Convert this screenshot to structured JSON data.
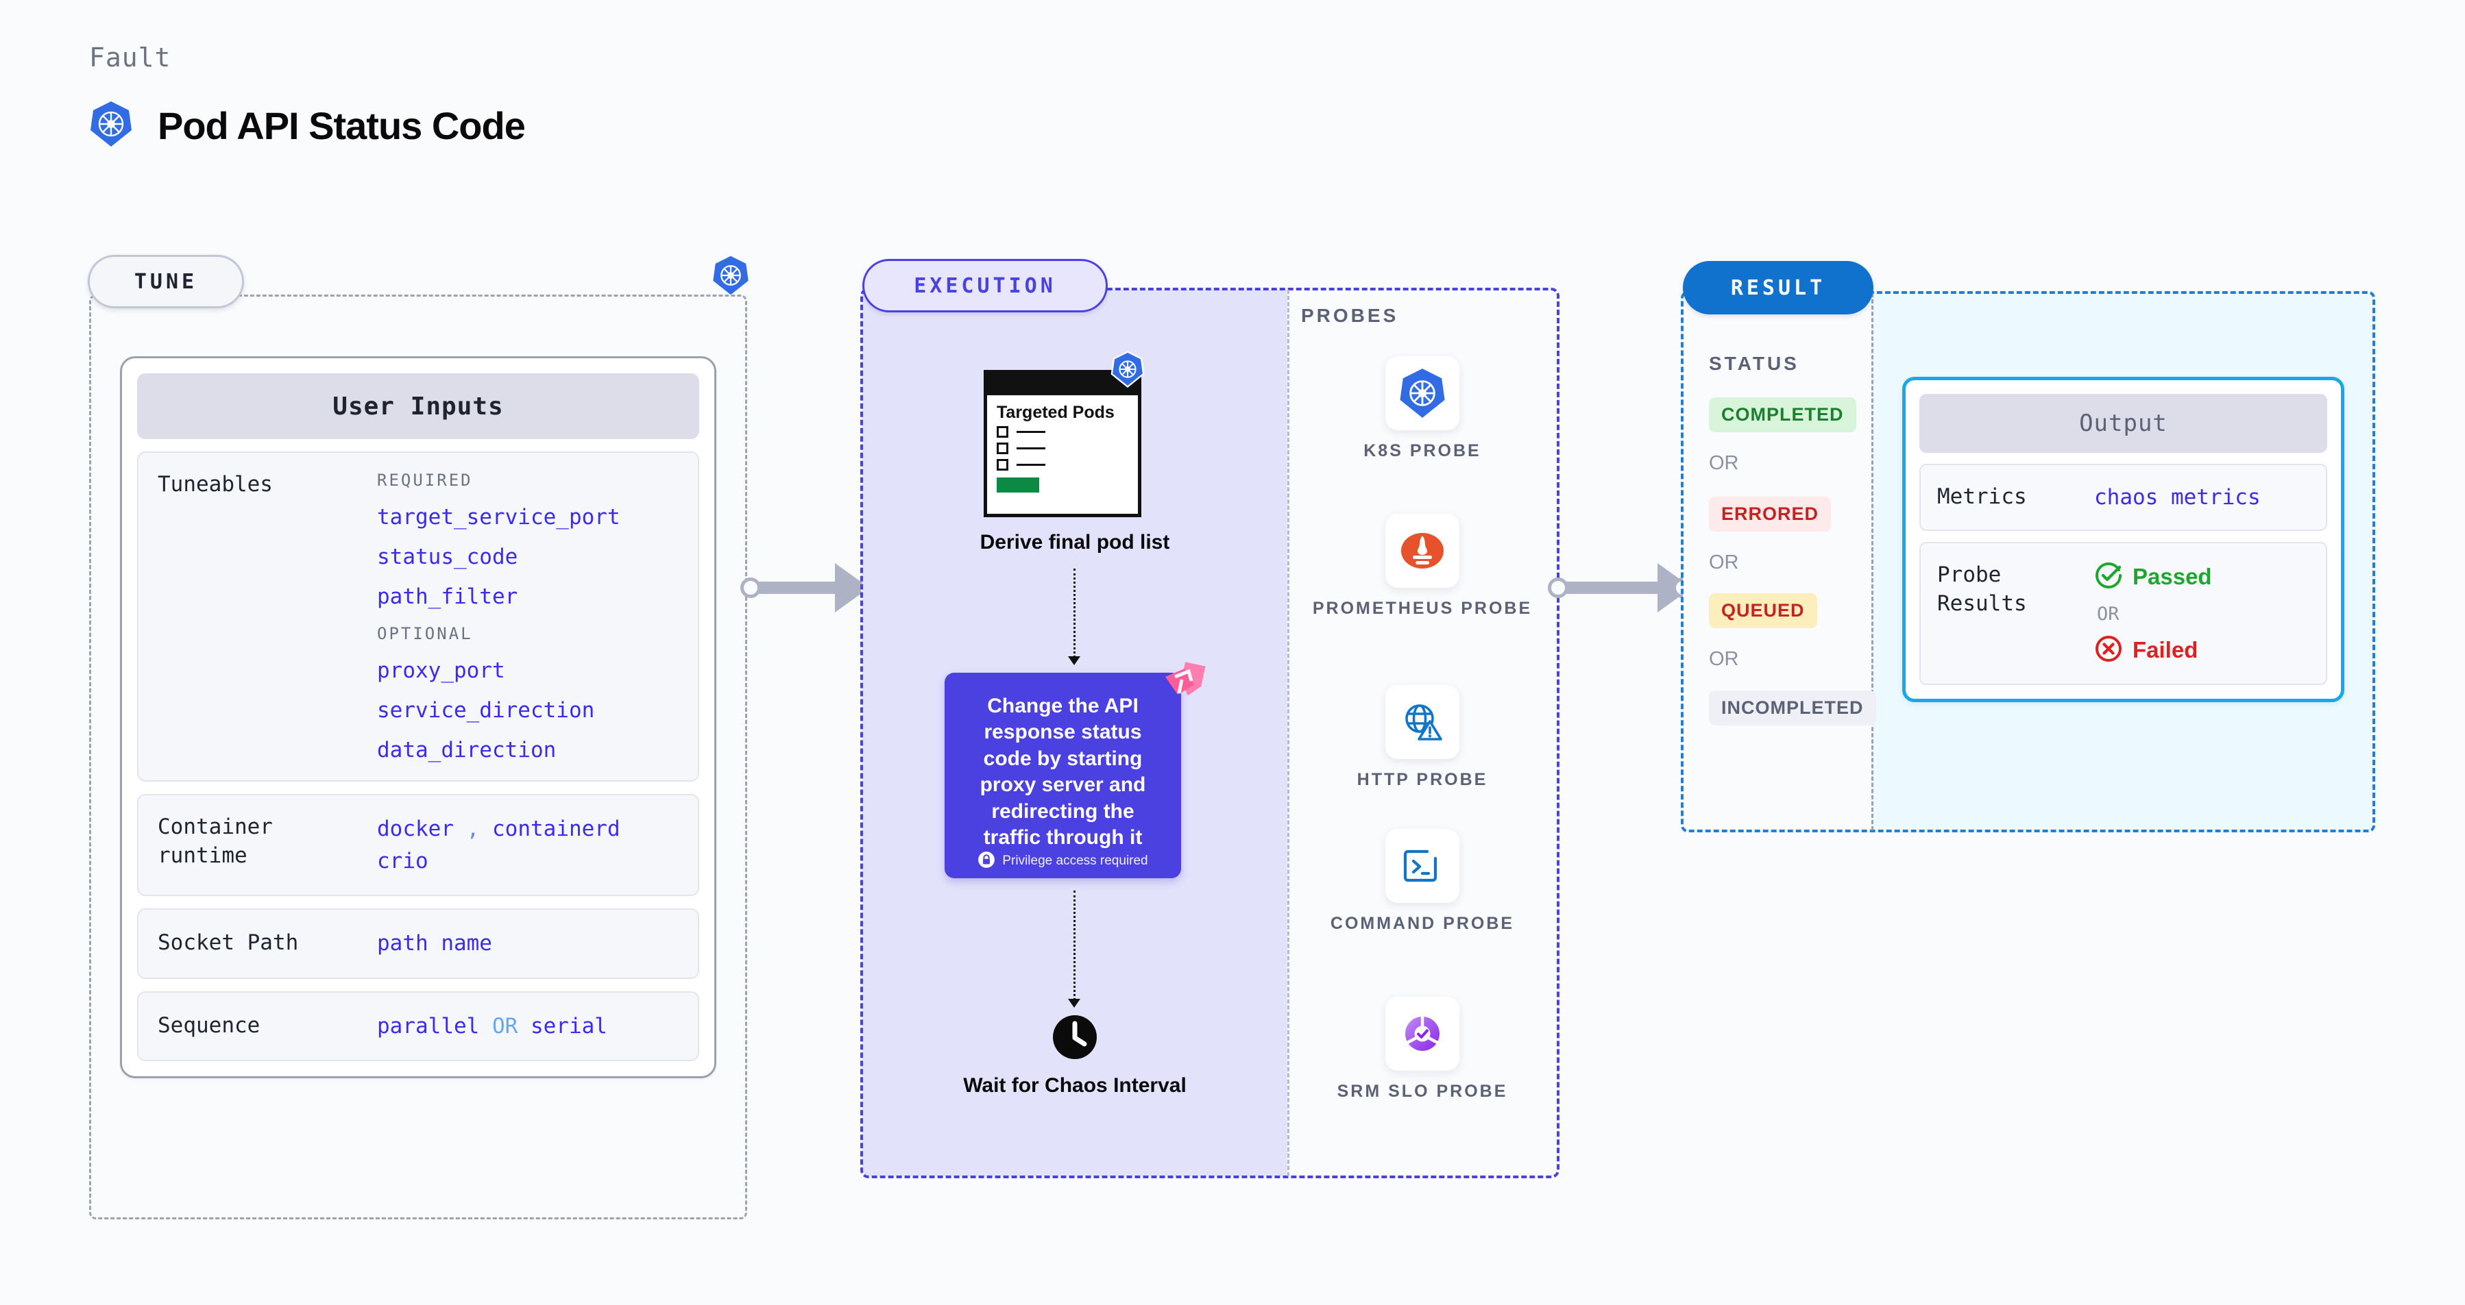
{
  "header": {
    "eyebrow": "Fault",
    "title": "Pod API Status Code",
    "icon": "kubernetes-icon"
  },
  "tune": {
    "pill_label": "TUNE",
    "badge_icon": "kubernetes-icon",
    "card_title": "User Inputs",
    "rows": [
      {
        "label": "Tuneables",
        "groups": [
          {
            "kind": "REQUIRED",
            "items": [
              "target_service_port",
              "status_code",
              "path_filter"
            ]
          },
          {
            "kind": "OPTIONAL",
            "items": [
              "proxy_port",
              "service_direction",
              "data_direction"
            ]
          }
        ]
      },
      {
        "label": "Container runtime",
        "values": [
          "docker",
          "containerd",
          "crio"
        ],
        "separator": ","
      },
      {
        "label": "Socket Path",
        "values": [
          "path name"
        ]
      },
      {
        "label": "Sequence",
        "values": [
          "parallel",
          "serial"
        ],
        "or_word": "OR"
      }
    ]
  },
  "execution": {
    "pill_label": "EXECUTION",
    "pods_doc": {
      "title": "Targeted Pods",
      "badge_icon": "kubernetes-icon",
      "checkbox_count": 3
    },
    "derive_label": "Derive final pod list",
    "action": {
      "text": "Change the API response status code by starting proxy server and redirecting the traffic through it",
      "privilege_label": "Privilege access required",
      "privilege_icon": "lock-icon",
      "ribbon_icon": "harness-ribbon-icon",
      "color": "#4a41e0"
    },
    "wait": {
      "icon": "clock-icon",
      "label": "Wait for Chaos Interval"
    }
  },
  "probes": {
    "title": "PROBES",
    "items": [
      {
        "label": "K8S PROBE",
        "icon": "kubernetes-icon"
      },
      {
        "label": "PROMETHEUS PROBE",
        "icon": "prometheus-icon"
      },
      {
        "label": "HTTP PROBE",
        "icon": "http-globe-warning-icon"
      },
      {
        "label": "COMMAND PROBE",
        "icon": "terminal-icon"
      },
      {
        "label": "SRM SLO PROBE",
        "icon": "srm-slo-icon"
      }
    ]
  },
  "result": {
    "pill_label": "RESULT",
    "status_title": "STATUS",
    "or_word": "OR",
    "statuses": [
      {
        "label": "COMPLETED",
        "text_color": "#1b7f2e",
        "bg_color": "#d8f5dc"
      },
      {
        "label": "ERRORED",
        "text_color": "#c62222",
        "bg_color": "#fdeaea"
      },
      {
        "label": "QUEUED",
        "text_color": "#c62222",
        "bg_color": "#fdeebd"
      },
      {
        "label": "INCOMPLETED",
        "text_color": "#5b6275",
        "bg_color": "#eef0f5"
      }
    ],
    "output": {
      "title": "Output",
      "metrics_label": "Metrics",
      "metrics_value": "chaos metrics",
      "probe_results_label": "Probe Results",
      "passed_label": "Passed",
      "failed_label": "Failed",
      "or_word": "OR",
      "passed_icon": "check-circle-icon",
      "failed_icon": "x-circle-icon",
      "accent_color": "#18a7e8"
    }
  }
}
